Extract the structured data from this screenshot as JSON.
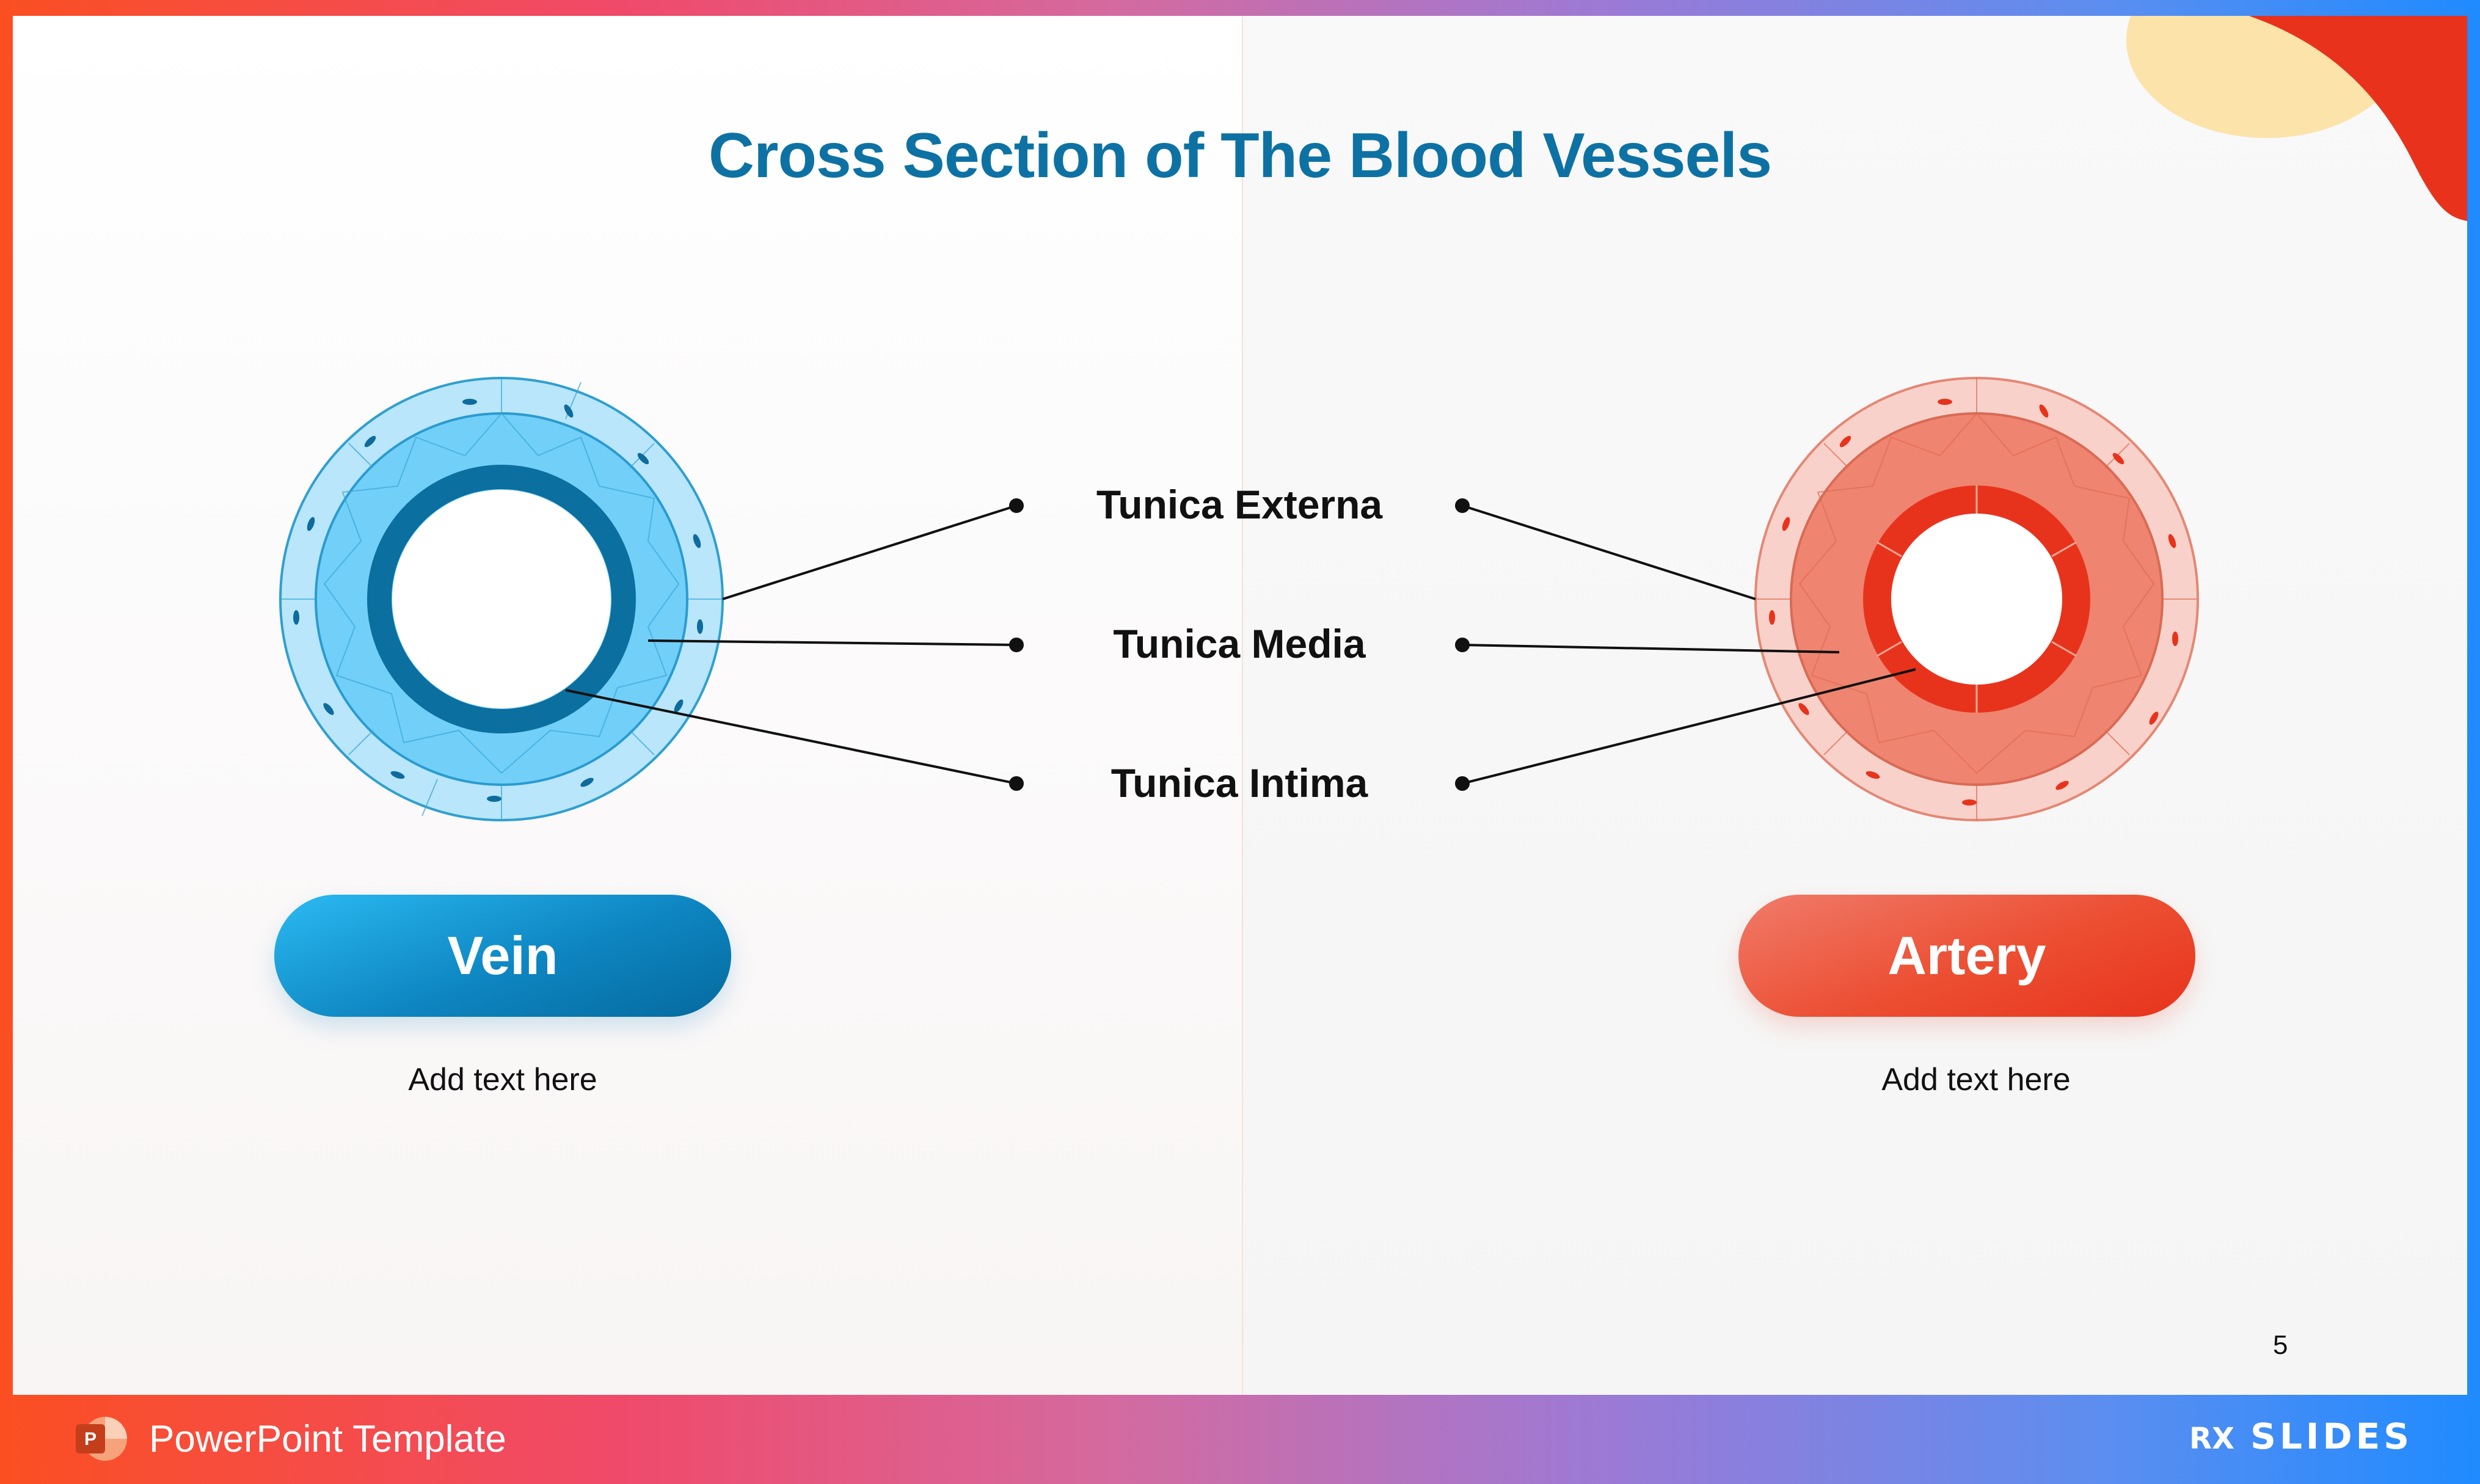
{
  "slide": {
    "title": "Cross Section of The Blood Vessels",
    "page_number": "5"
  },
  "labels": [
    "Tunica Externa",
    "Tunica Media",
    "Tunica Intima"
  ],
  "vein": {
    "label": "Vein",
    "caption": "Add text here"
  },
  "artery": {
    "label": "Artery",
    "caption": "Add text here"
  },
  "footer": {
    "template_label": "PowerPoint Template",
    "brand": "SLIDES",
    "brand_prefix": "RX"
  },
  "colors": {
    "title": "#0d72a3",
    "vein_accent": "#0a7fb5",
    "artery_accent": "#e8371f"
  },
  "icons": [
    "powerpoint-icon",
    "rx-slides-logo"
  ]
}
